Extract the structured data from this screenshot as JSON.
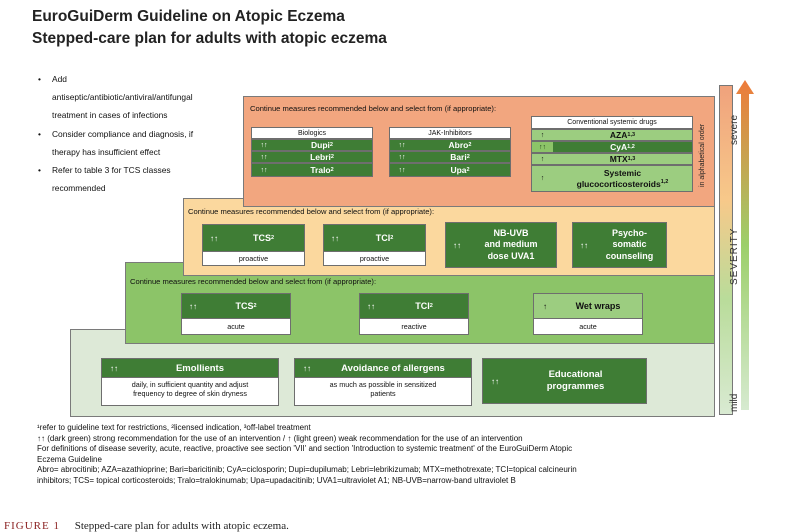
{
  "title": {
    "line1": "EuroGuiDerm Guideline on Atopic Eczema",
    "line2": "Stepped-care plan for adults with atopic eczema"
  },
  "bullets": [
    "Add",
    "antiseptic/antibiotic/antiviral/antifungal",
    "treatment in cases of infections",
    "Consider compliance and diagnosis, if",
    "therapy has insufficient effect",
    "Refer to table 3 for TCS classes",
    "recommended"
  ],
  "bullet_glyph": "•",
  "tier_caption": "Continue measures recommended below and select from (if appropriate):",
  "arrows": {
    "strong": "↑↑",
    "weak": "↑"
  },
  "tier1": {
    "emollients": {
      "title": "Emollients",
      "note_line1": "daily, in sufficient quantity and adjust",
      "note_line2": "frequency to degree of skin dryness"
    },
    "allergens": {
      "title": "Avoidance of allergens",
      "note_line1": "as much as possible in sensitized",
      "note_line2": "patients"
    },
    "education": {
      "line1": "Educational",
      "line2": "programmes"
    }
  },
  "tier2": {
    "tcs": {
      "label": "TCS",
      "sup": "2",
      "note": "acute"
    },
    "tci": {
      "label": "TCI",
      "sup": "2",
      "note": "reactive"
    },
    "wetwraps": {
      "label": "Wet wraps",
      "note": "acute"
    }
  },
  "tier3": {
    "tcs": {
      "label": "TCS",
      "sup": "2",
      "note": "proactive"
    },
    "tci": {
      "label": "TCI",
      "sup": "2",
      "note": "proactive"
    },
    "nbuvb": {
      "line1": "NB-UVB",
      "line2": "and medium",
      "line3": "dose UVA1"
    },
    "psycho": {
      "line1": "Psycho-",
      "line2": "somatic",
      "line3": "counseling"
    }
  },
  "tier4": {
    "biologics": {
      "header": "Biologics",
      "items": [
        {
          "name": "Dupi",
          "sup": "2"
        },
        {
          "name": "Lebri",
          "sup": "2"
        },
        {
          "name": "Tralo",
          "sup": "2"
        }
      ]
    },
    "jak": {
      "header": "JAK-Inhibitors",
      "items": [
        {
          "name": "Abro",
          "sup": "2"
        },
        {
          "name": "Bari",
          "sup": "2"
        },
        {
          "name": "Upa",
          "sup": "2"
        }
      ]
    },
    "conventional": {
      "header": "Conventional systemic drugs",
      "items": [
        {
          "name": "AZA",
          "sup": "1,3"
        },
        {
          "name": "CyA",
          "sup": "1,2"
        },
        {
          "name": "MTX",
          "sup": "1,3"
        }
      ],
      "last_line1": "Systemic",
      "last_line2": "glucocorticosteroids",
      "last_sup": "1,2"
    },
    "alpha_note": "in alphabetical order"
  },
  "severity": {
    "severe": "severe",
    "label": "SEVERITY",
    "mild": "mild"
  },
  "footnotes": {
    "line1": "¹refer to guideline text for restrictions, ²licensed indication, ³off-label treatment",
    "line2": "↑↑ (dark green) strong recommendation for the use of an intervention / ↑ (light green) weak recommendation for the use of an intervention",
    "line3": "For definitions of disease severity, acute, reactive, proactive see section 'VII' and section 'Introduction to systemic treatment' of the EuroGuiDerm Atopic",
    "line4": "Eczema Guideline",
    "line5": "Abro= abrocitinib; AZA=azathioprine; Bari=baricitinib; CyA=ciclosporin; Dupi=dupilumab; Lebri=lebrikizumab; MTX=methotrexate; TCI=topical calcineurin",
    "line6": "inhibitors; TCS= topical corticosteroids; Tralo=tralokinumab; Upa=upadacitinib; UVA1=ultraviolet A1; NB-UVB=narrow-band ultraviolet B"
  },
  "caption": {
    "label": "FIGURE 1",
    "text": "Stepped-care plan for adults with atopic eczema."
  },
  "colors": {
    "dark_green": "#3f7d35",
    "light_green": "#9ccd80",
    "tier1": "#dde9d7",
    "tier2": "#8cc468",
    "tier3": "#fbd89e",
    "tier4": "#f2a67f"
  }
}
